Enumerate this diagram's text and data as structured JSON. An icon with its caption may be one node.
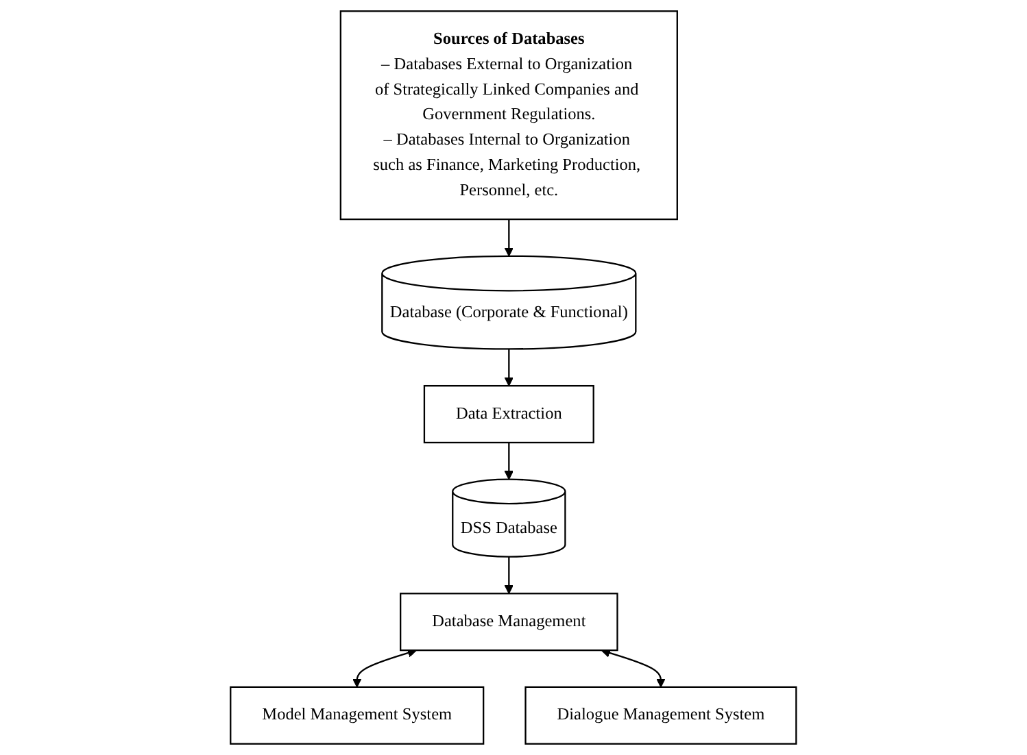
{
  "diagram": {
    "nodes": [
      {
        "text": [
          "Database (Corporate & Functional)"
        ]
      },
      {
        "text": [
          "Sources of Databases",
          "– Databases External to Organization of Strategically Linked Companies and Government Regulations.",
          "– Databases Internal to Organization such as Finance, Marketing Production, Personnel, etc."
        ]
      },
      {
        "text": [
          "Data Extraction"
        ]
      },
      {
        "text": [
          "DSS Database"
        ]
      },
      {
        "text": [
          "Database Management"
        ]
      },
      {
        "text": [
          "Model Management System"
        ]
      },
      {
        "text": [
          "Dialogue Management System"
        ]
      }
    ],
    "edges": [
      {
        "from": 1,
        "to": 0,
        "arrow": "to"
      },
      {
        "from": 0,
        "to": 2,
        "arrow": "to"
      },
      {
        "from": 2,
        "to": 3,
        "arrow": "to"
      },
      {
        "from": 3,
        "to": 4,
        "arrow": "to"
      },
      {
        "from": 4,
        "to": 5,
        "arrow": "both"
      },
      {
        "from": 4,
        "to": 6,
        "arrow": "both"
      }
    ]
  }
}
